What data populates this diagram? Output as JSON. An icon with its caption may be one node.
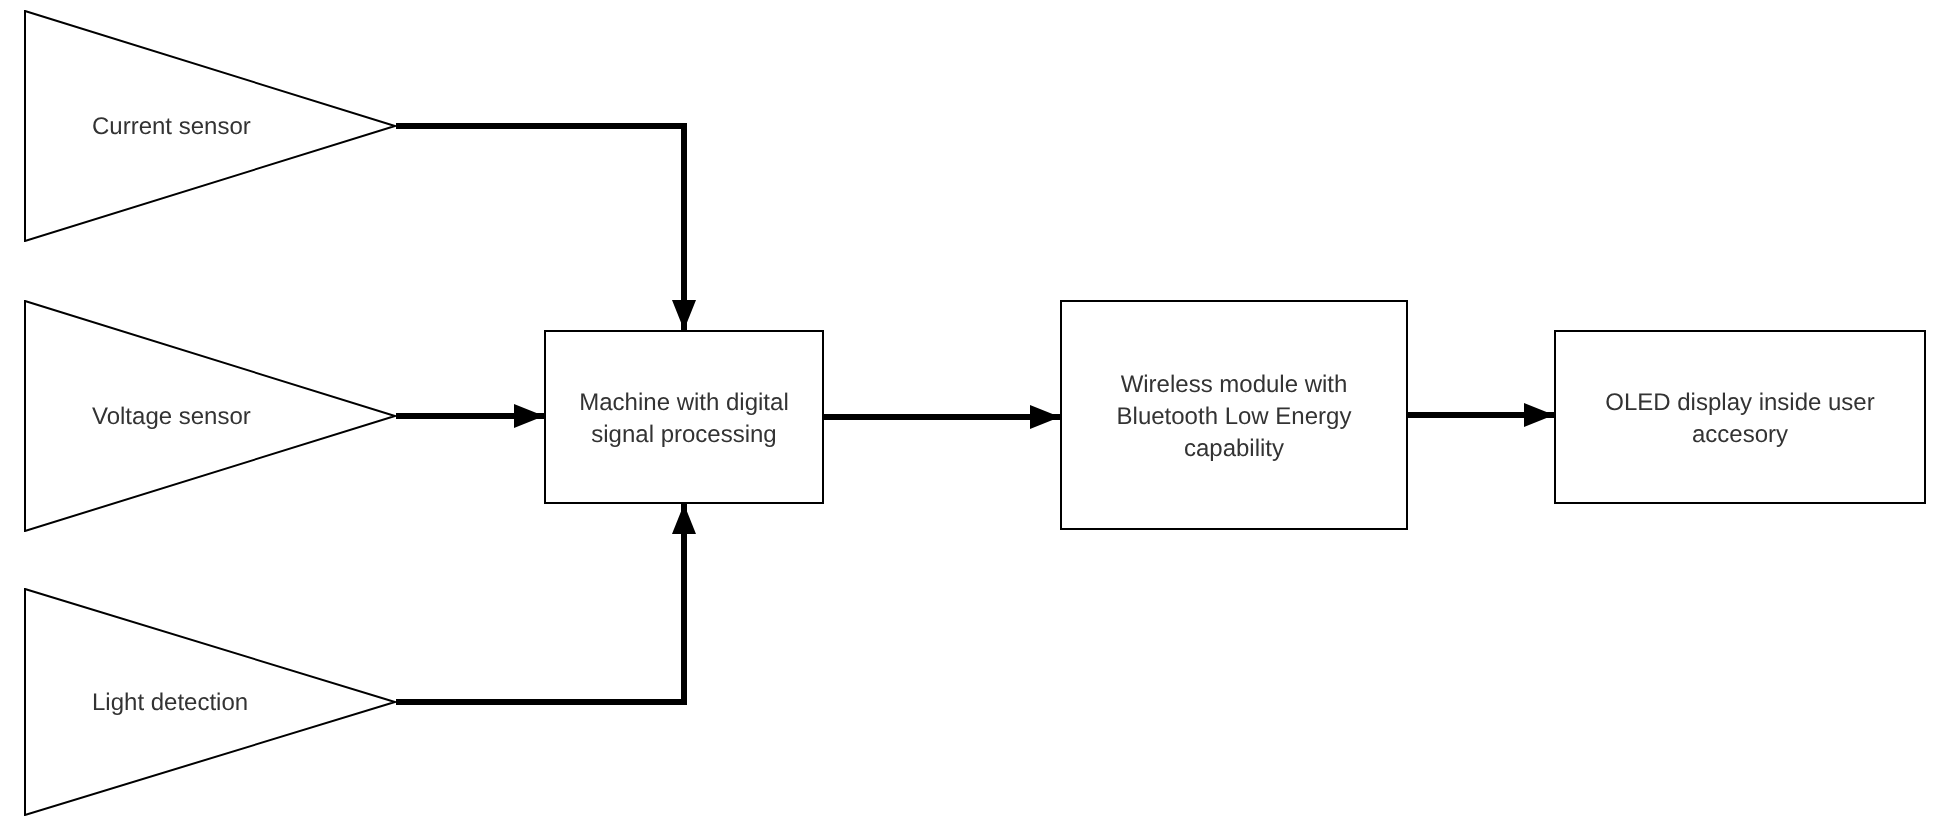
{
  "diagram": {
    "nodes": [
      {
        "text": [
          "Current sensor"
        ]
      },
      {
        "text": [
          "Voltage sensor"
        ]
      },
      {
        "text": [
          "Light detection"
        ]
      },
      {
        "text": [
          "Machine with digital signal processing"
        ]
      },
      {
        "text": [
          "Wireless module with Bluetooth Low Energy capability"
        ]
      },
      {
        "text": [
          "OLED display inside user accesory"
        ]
      }
    ],
    "edges": [
      {
        "from": 0,
        "to": 3,
        "arrow": "to"
      },
      {
        "from": 1,
        "to": 3,
        "arrow": "to"
      },
      {
        "from": 2,
        "to": 3,
        "arrow": "to"
      },
      {
        "from": 3,
        "to": 4,
        "arrow": "to"
      },
      {
        "from": 4,
        "to": 5,
        "arrow": "to"
      }
    ]
  }
}
